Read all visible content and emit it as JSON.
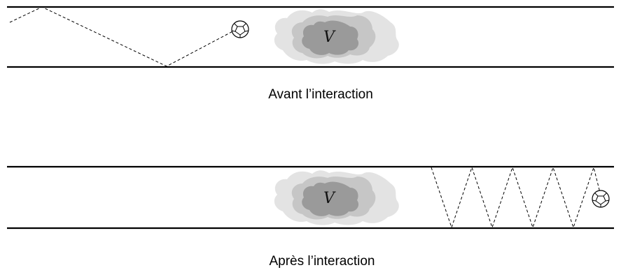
{
  "top_panel": {
    "caption": "Avant l’interaction",
    "potential_label": "V"
  },
  "bottom_panel": {
    "caption": "Après l’interaction",
    "potential_label": "V"
  },
  "colors": {
    "walls": "#000000",
    "trajectory": "#000000",
    "cloud_outer": "#e3e3e3",
    "cloud_mid": "#c6c6c6",
    "cloud_inner": "#9a9a9a"
  }
}
